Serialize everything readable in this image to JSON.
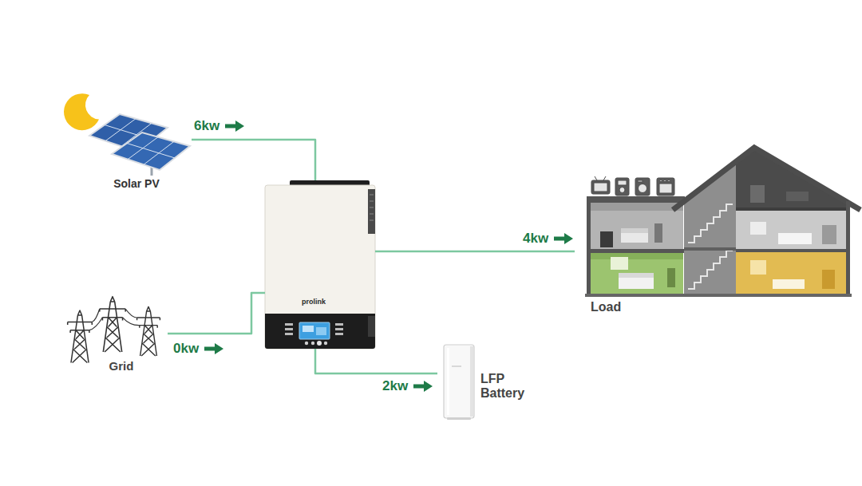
{
  "diagram": {
    "nodes": [
      {
        "text": [
          "Solar PV"
        ]
      },
      {
        "text": [
          "prolink"
        ]
      },
      {
        "text": [
          "Load"
        ]
      },
      {
        "text": [
          "Grid"
        ]
      },
      {
        "text": [
          "LFP Battery"
        ]
      }
    ],
    "edges": [
      {
        "from": 0,
        "to": 1,
        "arrow": "to",
        "label": "6kw"
      },
      {
        "from": 1,
        "to": 2,
        "arrow": "to",
        "label": "4kw"
      },
      {
        "from": 3,
        "to": 1,
        "arrow": "to",
        "label": "0kw"
      },
      {
        "from": 1,
        "to": 4,
        "arrow": "to",
        "label": "2kw"
      }
    ]
  }
}
